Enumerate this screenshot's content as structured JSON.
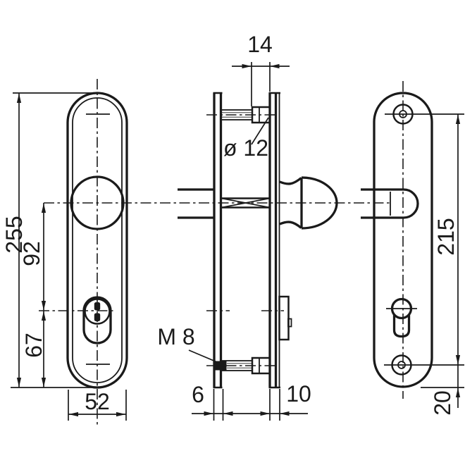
{
  "drawing": {
    "colors": {
      "background": "#ffffff",
      "line": "#1a1a1a"
    },
    "labels": {
      "overall_height": "255",
      "knob_to_cylinder": "92",
      "cylinder_to_bottom": "67",
      "plate_width": "52",
      "hub_width": "14",
      "sleeve_diameter": "ø 12",
      "screw_thread": "M 8",
      "outer_plate_thickness": "6",
      "inner_plate_thickness": "10",
      "hole_spacing": "215",
      "hole_to_edge": "20"
    }
  }
}
